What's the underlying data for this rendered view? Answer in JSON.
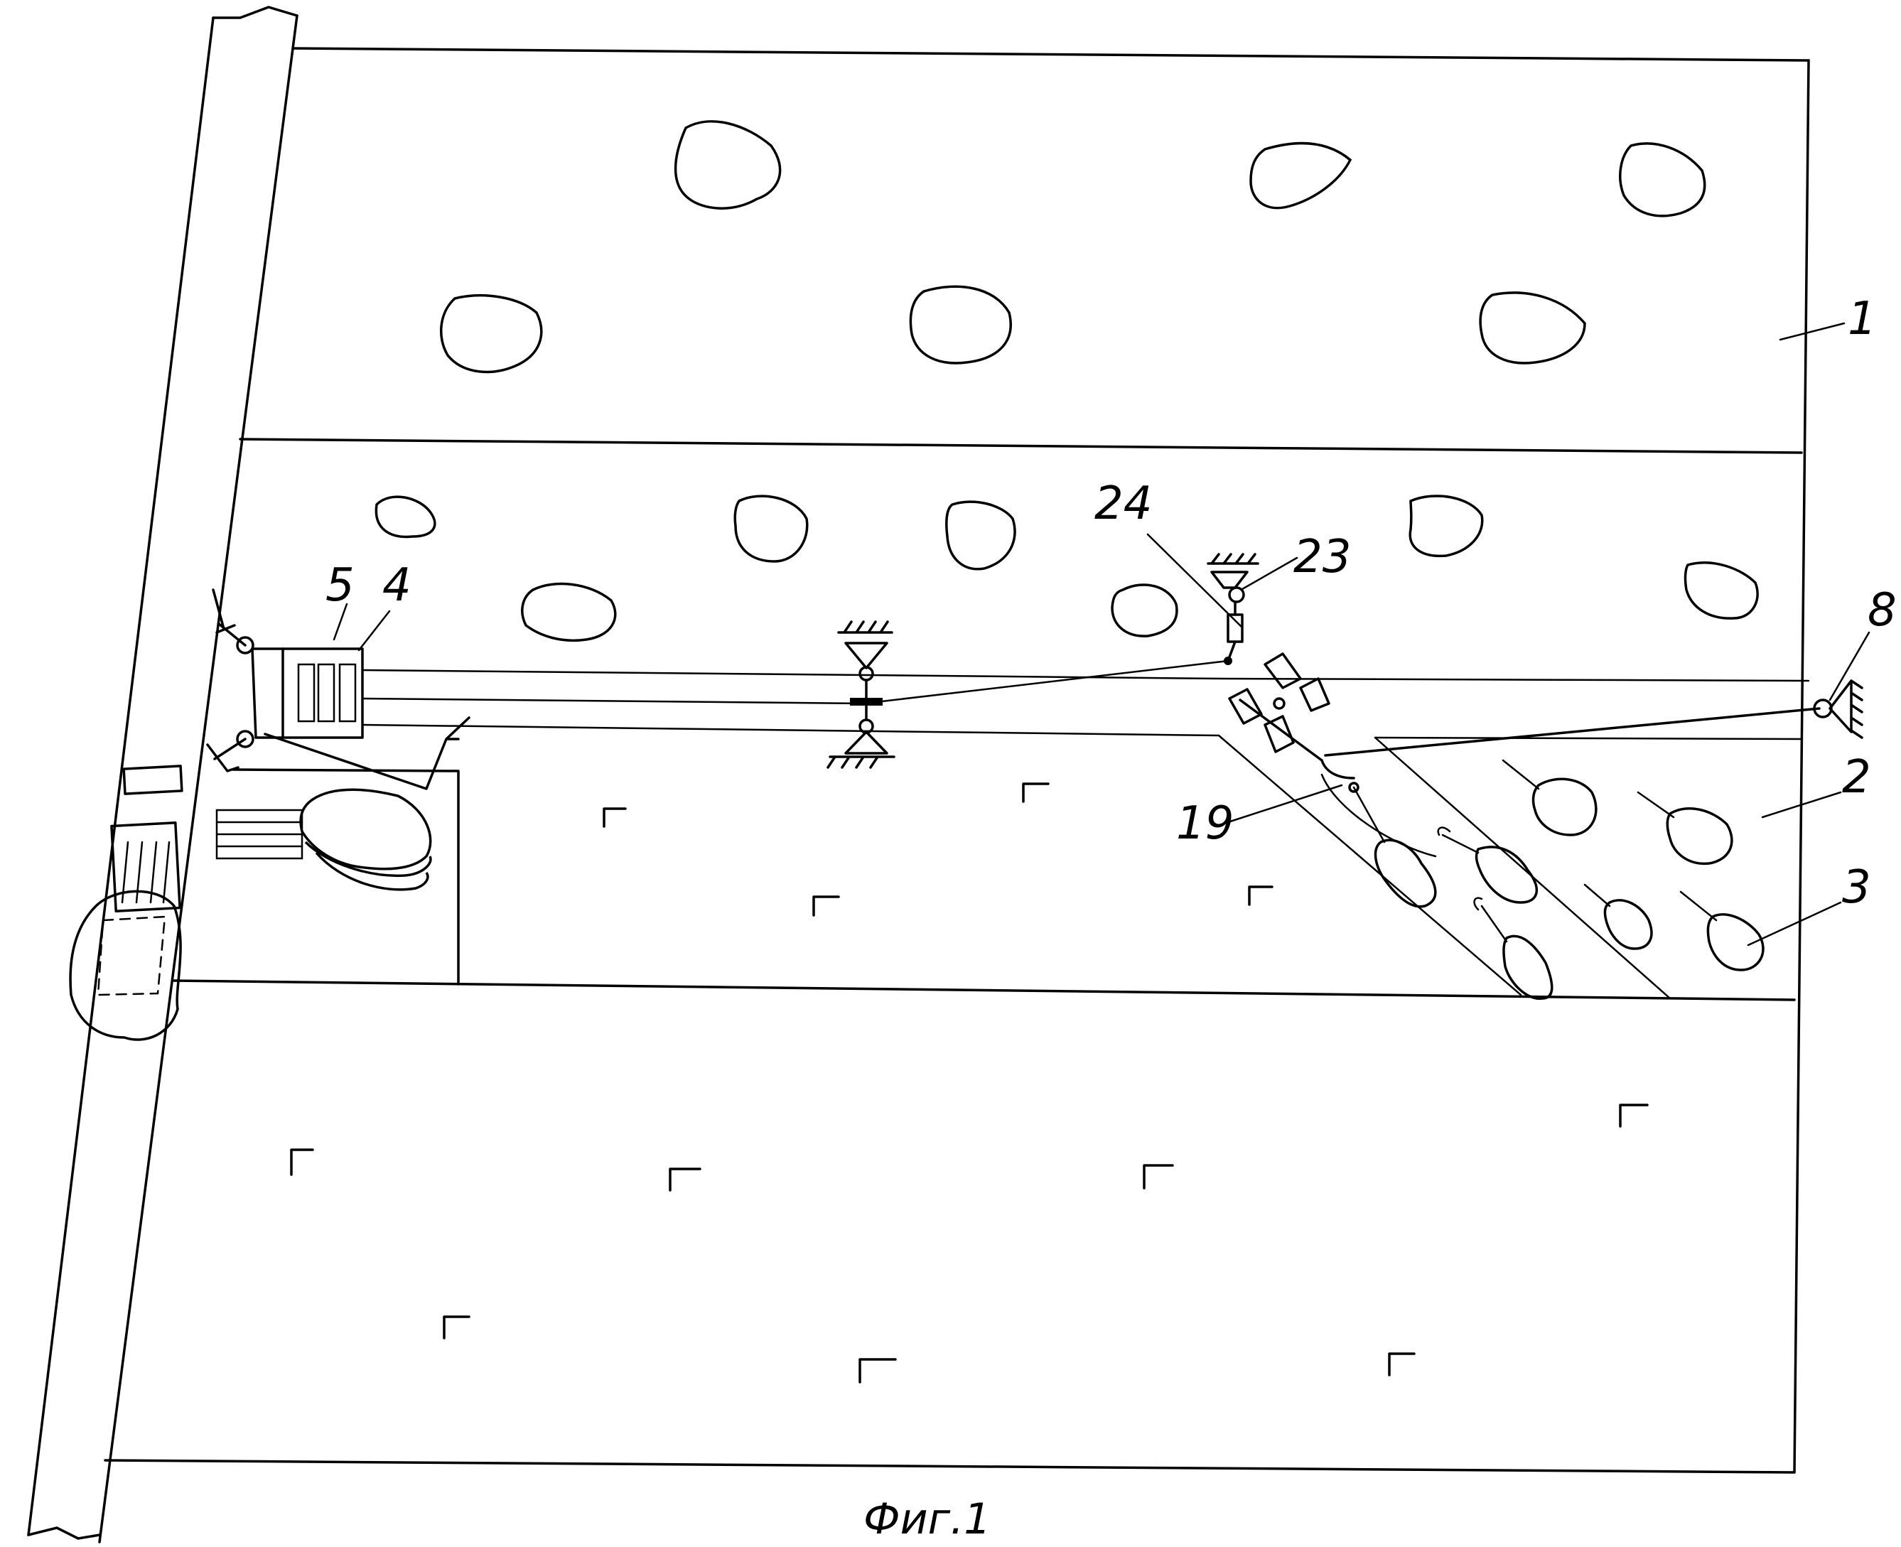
{
  "figure": {
    "caption": "Фиг.1",
    "labels": {
      "l1": "1",
      "l2": "2",
      "l3": "3",
      "l4": "4",
      "l5": "5",
      "l8": "8",
      "l19": "19",
      "l23": "23",
      "l24": "24"
    }
  },
  "colors": {
    "stroke": "#000000",
    "background": "#ffffff"
  }
}
